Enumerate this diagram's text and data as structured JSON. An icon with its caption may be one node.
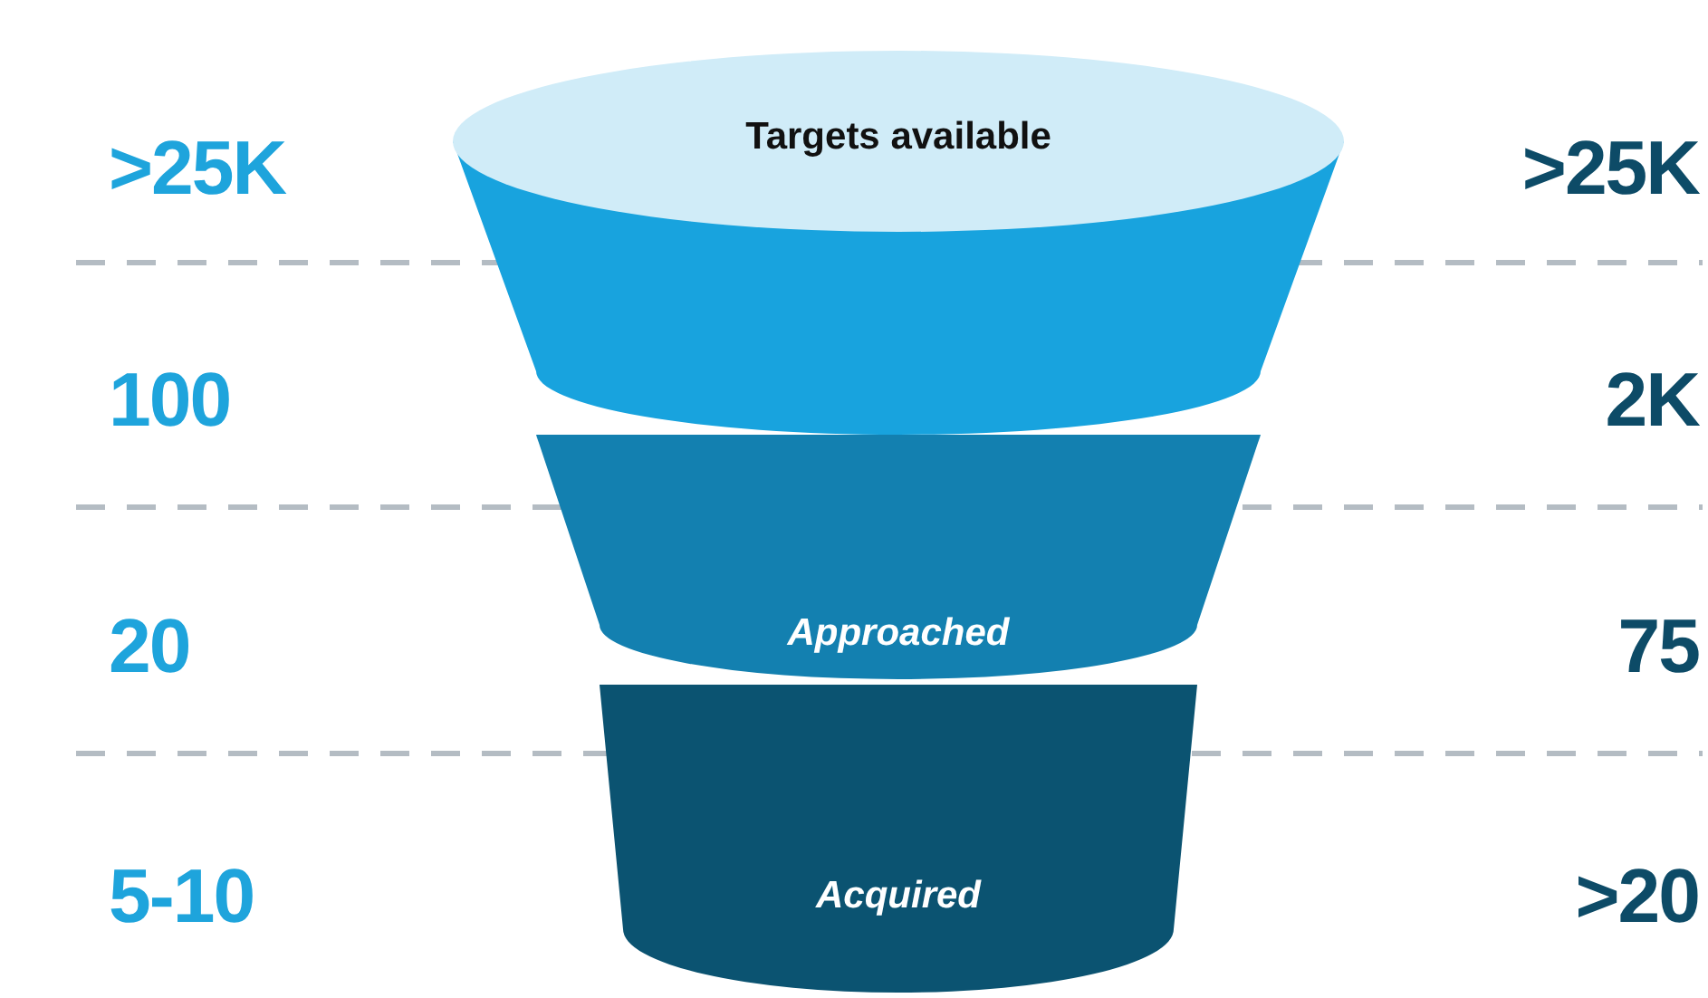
{
  "diagram": {
    "nodes": [
      {
        "text": [
          "Targets available"
        ]
      },
      {
        "text": [],
        "shape": "band"
      },
      {
        "text": [
          "Approached"
        ]
      },
      {
        "text": [
          "Acquired"
        ]
      }
    ],
    "labels": [
      ">25K",
      ">25K",
      "100",
      "2K",
      "20",
      "75",
      "5-10",
      ">20"
    ]
  }
}
